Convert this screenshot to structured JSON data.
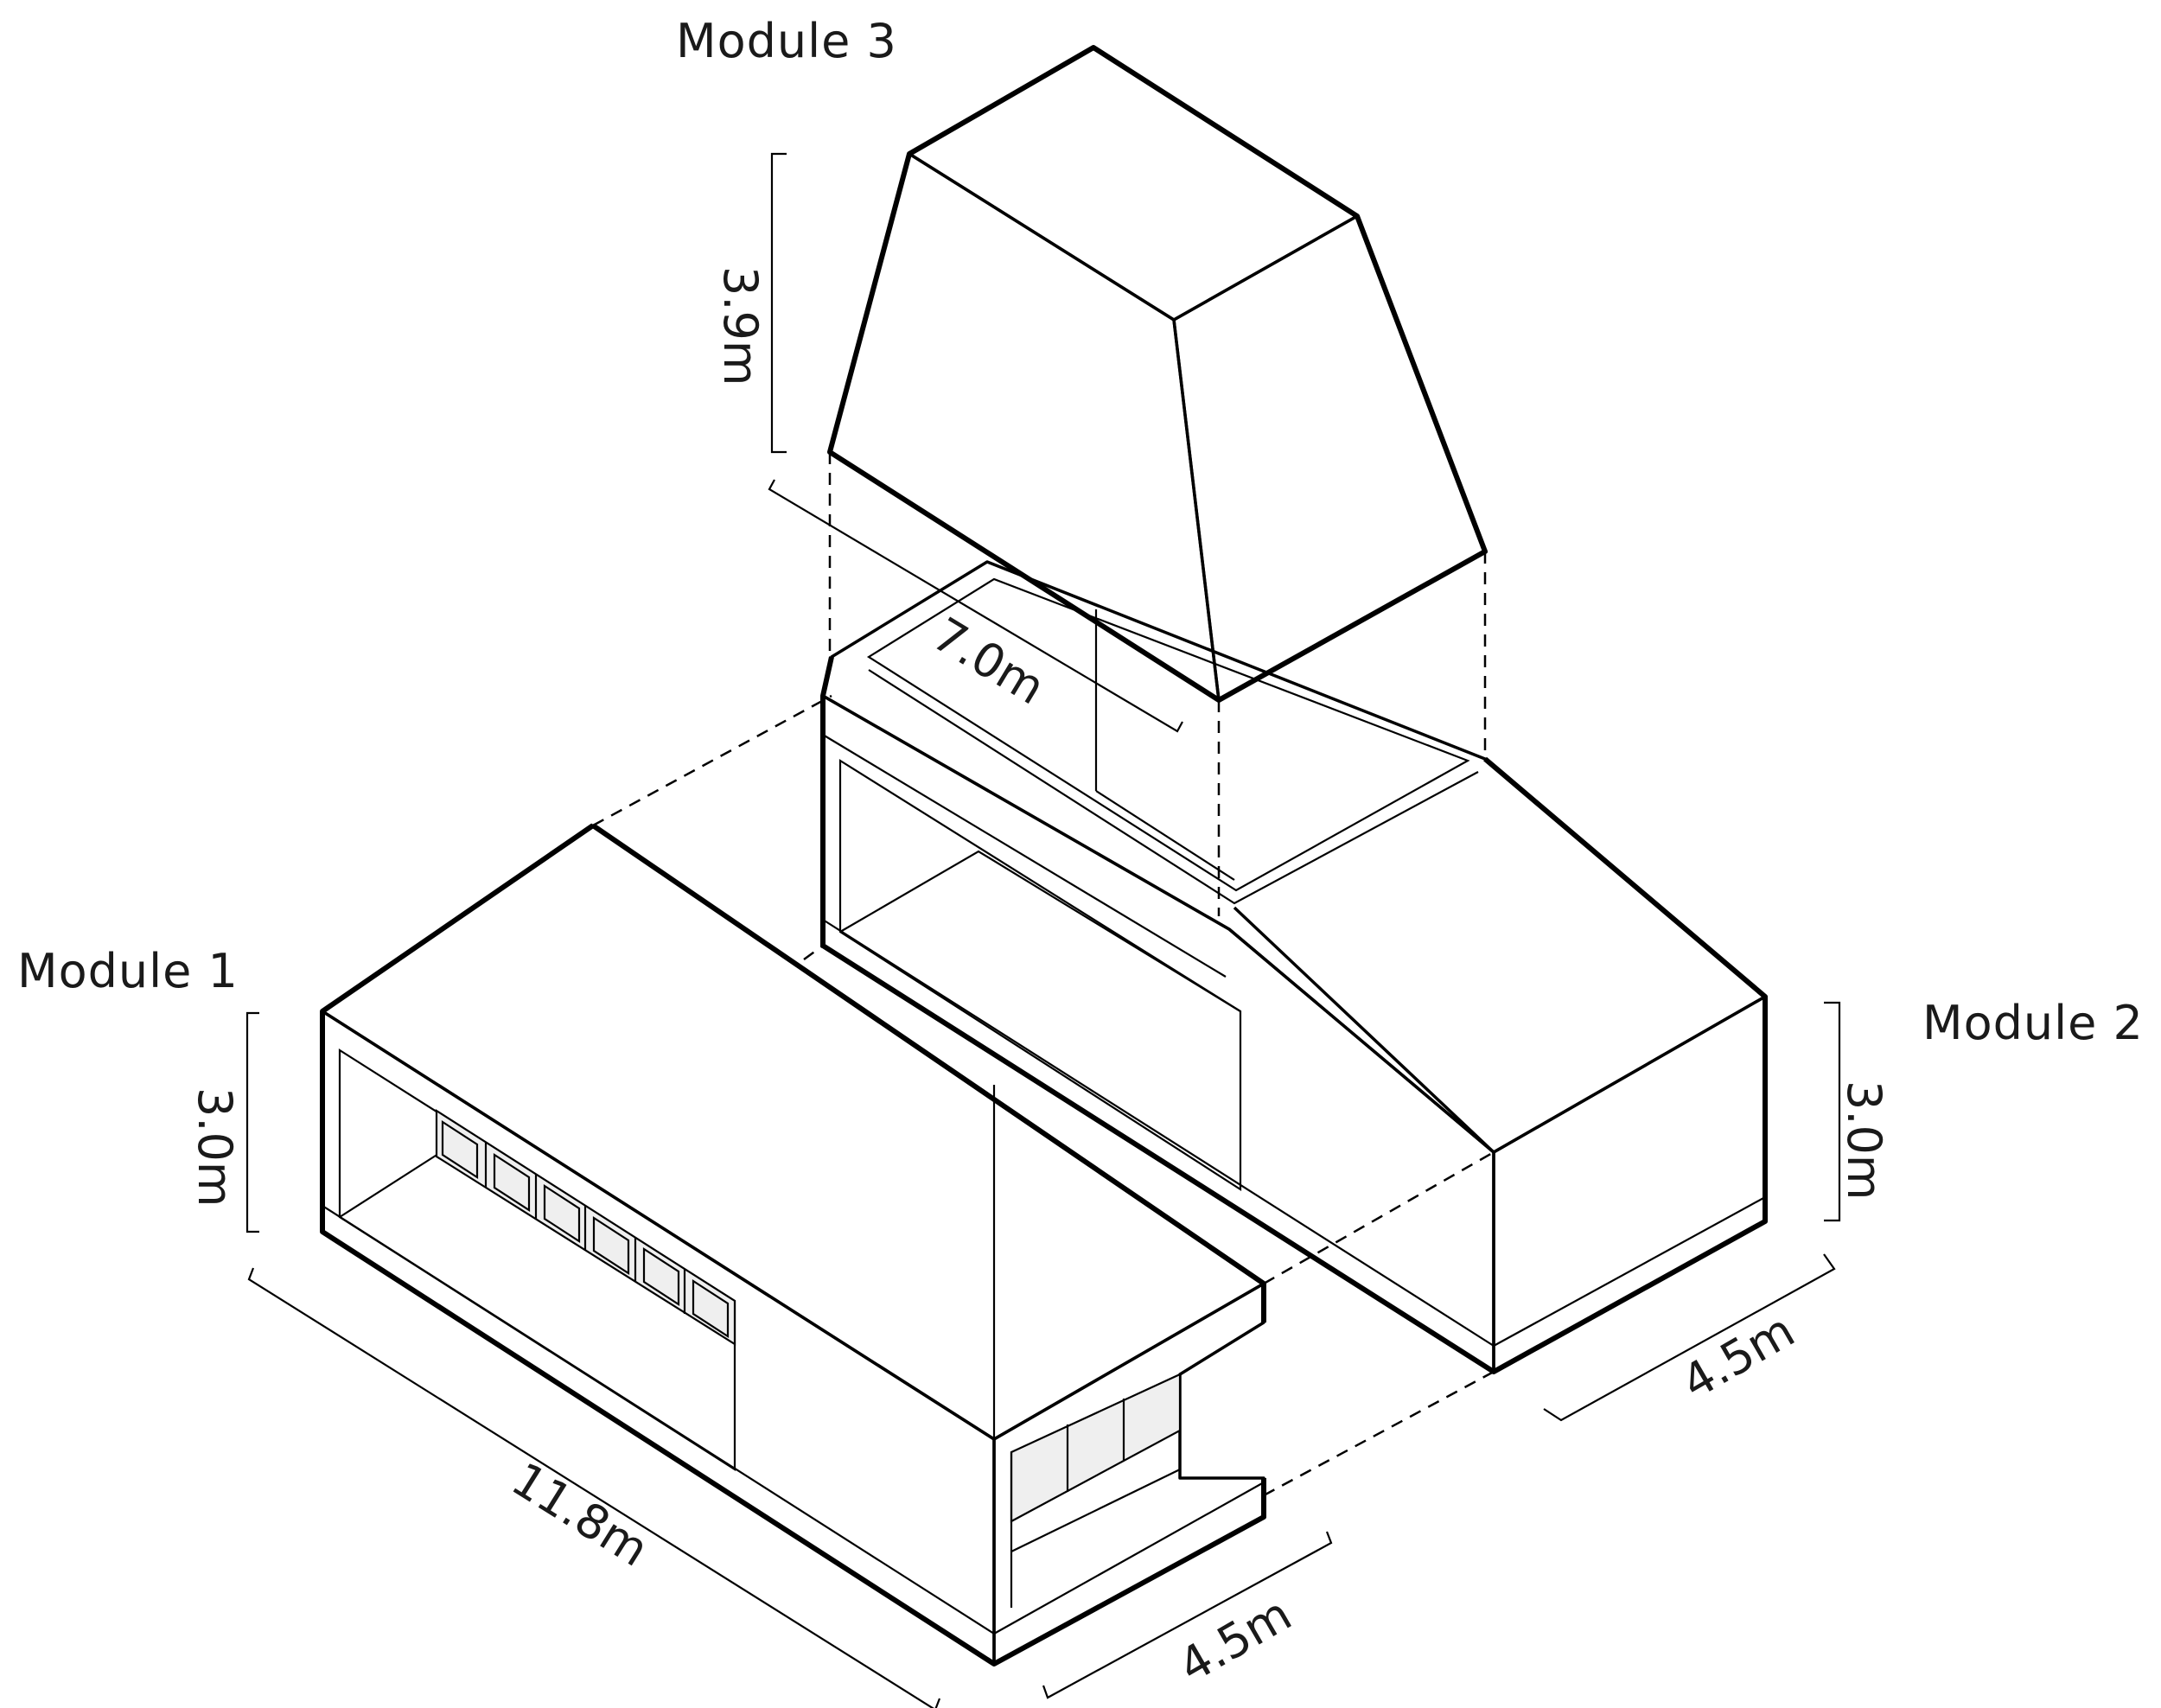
{
  "modules": [
    {
      "title": "Module 1",
      "height": "3.0m",
      "length": "11.8m",
      "width": "4.5m"
    },
    {
      "title": "Module 2",
      "height": "3.0m",
      "width": "4.5m"
    },
    {
      "title": "Module 3",
      "height": "3.9m",
      "length": "7.0m"
    }
  ],
  "colors": {
    "module_1_fill": "#efefef",
    "module_2_fill": "#c6c6c6",
    "module_3_fill": "#898989",
    "line": "#000000"
  }
}
